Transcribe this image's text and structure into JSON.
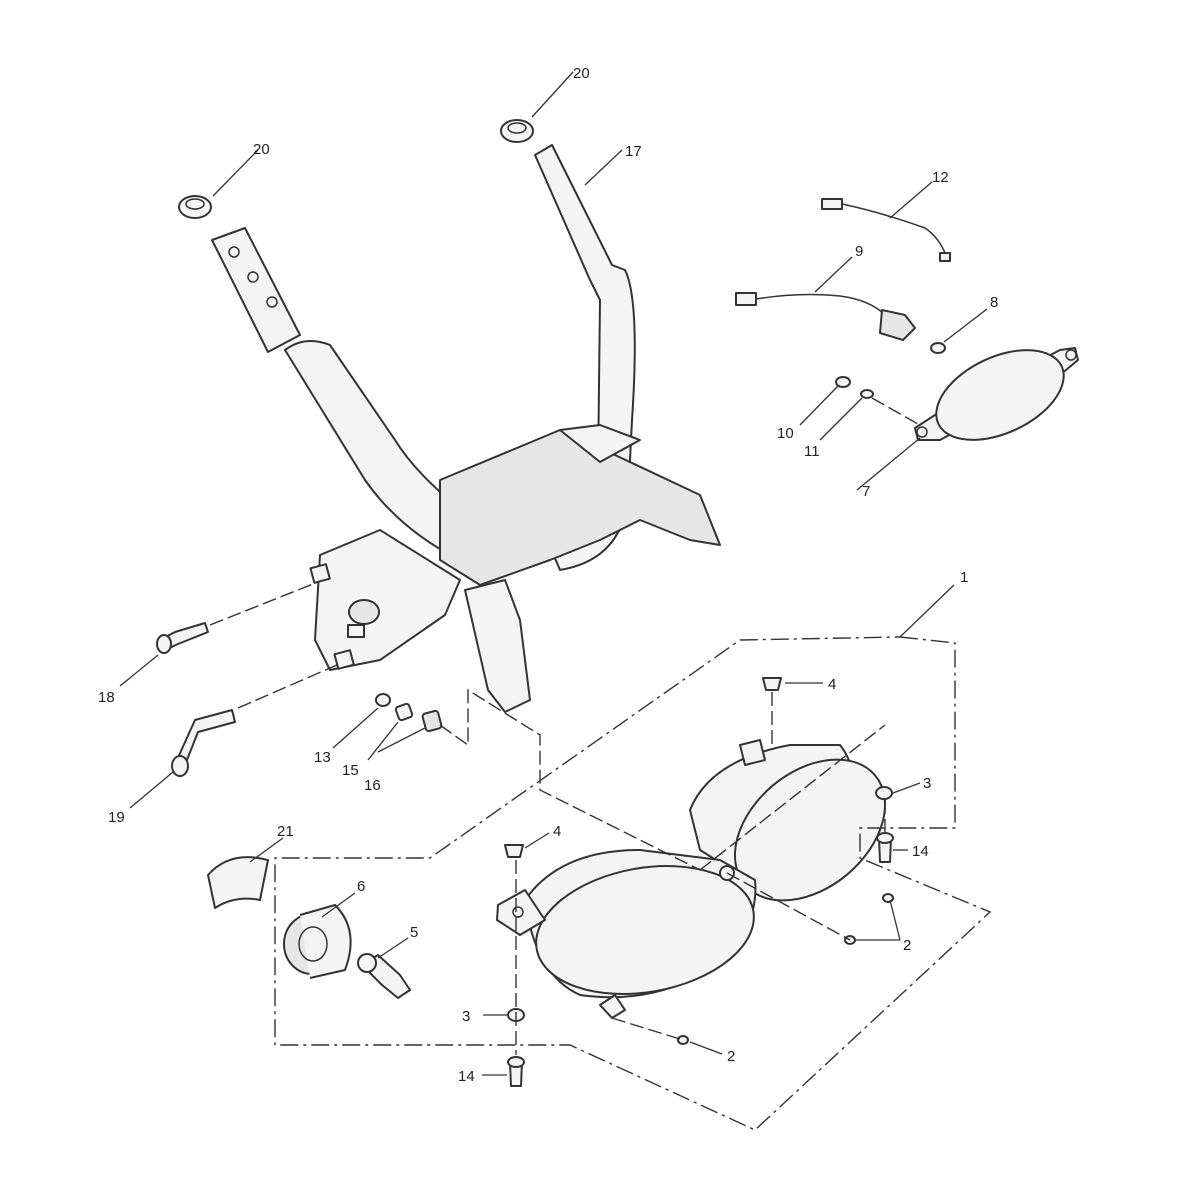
{
  "diagram": {
    "callouts": {
      "c1": "1",
      "c2a": "2",
      "c2b": "2",
      "c3a": "3",
      "c3b": "3",
      "c4a": "4",
      "c4b": "4",
      "c5": "5",
      "c6": "6",
      "c7": "7",
      "c8": "8",
      "c9": "9",
      "c10": "10",
      "c11": "11",
      "c12": "12",
      "c13": "13",
      "c14a": "14",
      "c14b": "14",
      "c15": "15",
      "c16": "16",
      "c17": "17",
      "c18": "18",
      "c19": "19",
      "c20a": "20",
      "c20b": "20",
      "c21": "21"
    }
  }
}
